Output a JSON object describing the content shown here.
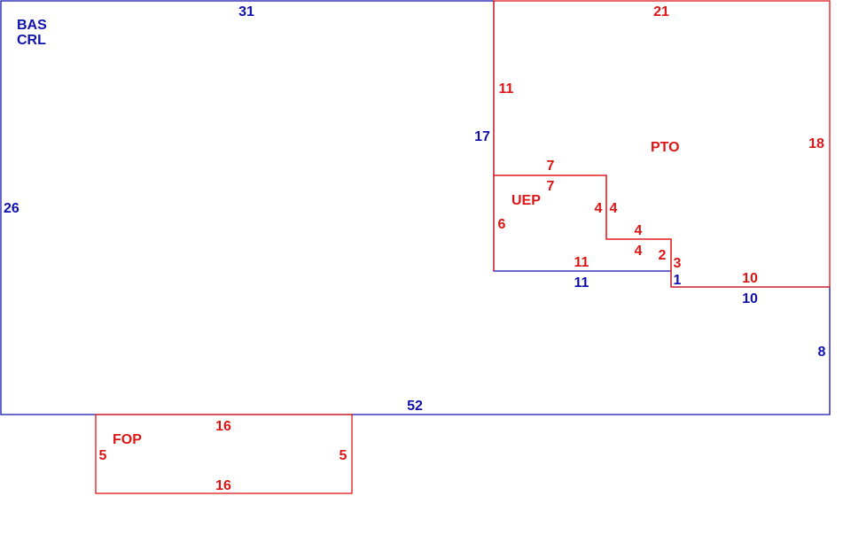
{
  "colors": {
    "primary": "#1010b0",
    "secondary": "#dd1515",
    "background": "#ffffff"
  },
  "areas": {
    "bas": "BAS",
    "crl": "CRL",
    "pto": "PTO",
    "uep": "UEP",
    "fop": "FOP"
  },
  "dimensions": {
    "main_top": "31",
    "main_left": "26",
    "main_bottom": "52",
    "main_right": "8",
    "main_notch_left": "17",
    "main_notch_bottom": "11",
    "main_step_right": "1",
    "main_step_bottom": "10",
    "pto_top": "21",
    "pto_left": "11",
    "pto_right": "18",
    "pto_bottom_right": "10",
    "pto_step_a_top": "7",
    "pto_step_a_right": "4",
    "pto_step_b_top": "4",
    "pto_step_c_right": "3",
    "uep_top": "7",
    "uep_left": "6",
    "uep_right": "4",
    "uep_step_bottom": "4",
    "uep_step_right": "2",
    "uep_bottom": "11",
    "fop_top": "16",
    "fop_bottom": "16",
    "fop_left": "5",
    "fop_right": "5"
  }
}
